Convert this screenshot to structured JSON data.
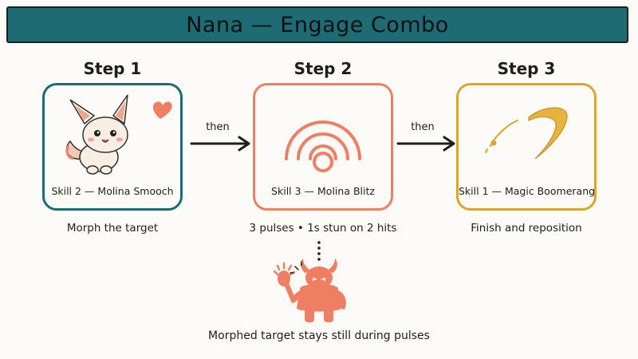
{
  "title": "Nana — Engage Combo",
  "steps": [
    {
      "heading": "Step 1",
      "skill": "Skill 2 — Molina Smooch",
      "caption": "Morph the target"
    },
    {
      "heading": "Step 2",
      "skill": "Skill 3 — Molina Blitz",
      "caption": "3 pulses • 1s stun on 2 hits"
    },
    {
      "heading": "Step 3",
      "skill": "Skill 1 — Magic Boomerang",
      "caption": "Finish and reposition"
    }
  ],
  "connectors": [
    "then",
    "then"
  ],
  "note": "Morphed target stays still during pulses",
  "colors": {
    "banner": "#1f6b73",
    "step1": "#1f6b73",
    "step2": "#f07e62",
    "step3": "#d9a52c"
  },
  "icons": [
    "fox-creature-icon",
    "heart-icon",
    "pulse-waves-icon",
    "boomerang-icon",
    "monster-silhouette-icon"
  ]
}
